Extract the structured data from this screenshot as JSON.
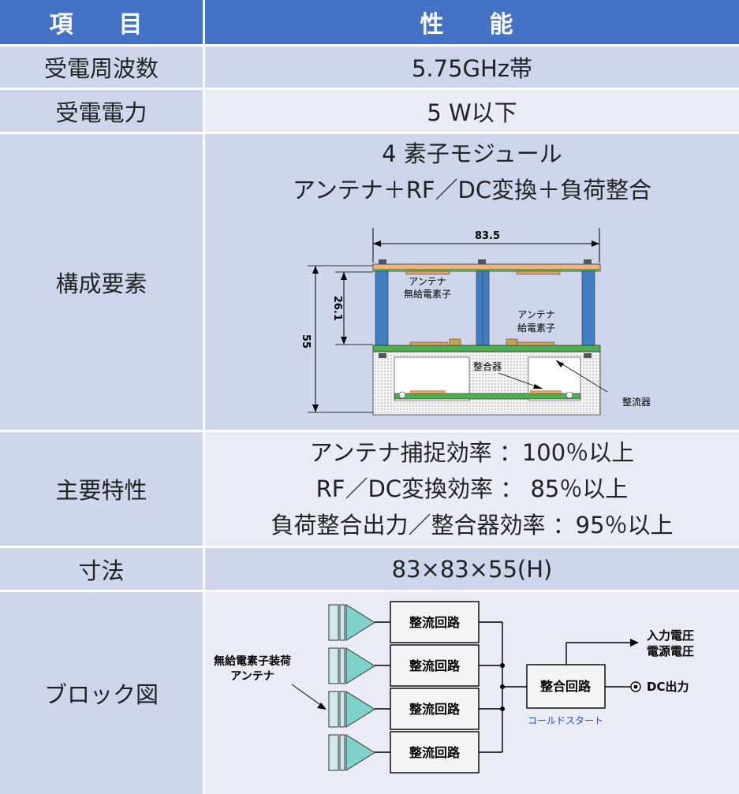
{
  "header": {
    "item": "項　目",
    "performance": "性　能"
  },
  "rows": {
    "freq": {
      "label": "受電周波数",
      "value": "5.75GHz帯"
    },
    "power": {
      "label": "受電電力",
      "value": "5 W以下"
    },
    "composition": {
      "label": "構成要素",
      "lines": [
        "4 素子モジュール",
        "アンテナ＋RF／DC変換＋負荷整合"
      ],
      "diagram": {
        "width_dim": "83.5",
        "height_dim": "55",
        "spacing_dim": "26.1",
        "label_parasitic": [
          "アンテナ",
          "無給電素子"
        ],
        "label_feed": [
          "アンテナ",
          "給電素子"
        ],
        "label_matcher": "整合器",
        "label_rectifier": "整流器"
      }
    },
    "characteristics": {
      "label": "主要特性",
      "lines": [
        "アンテナ捕捉効率 ：100％以上",
        "RF／DC変換効率 ： 85％以上",
        "負荷整合出力／整合器効率 ：95％以上"
      ]
    },
    "size": {
      "label": "寸法",
      "value": "83×83×55(H)"
    },
    "block": {
      "label": "ブロック図",
      "diagram": {
        "rectifier": "整流回路",
        "matcher": "整合回路",
        "antenna_label": [
          "無給電素子装荷",
          "アンテナ"
        ],
        "input_voltage": "入力電圧",
        "supply_voltage": "電源電圧",
        "dc_out": "DC出力",
        "cold_start": "コールドスタート"
      }
    }
  },
  "colors": {
    "header": "#4472c4",
    "row_dark": "#cfd5ea",
    "row_light": "#e9ebf5",
    "cold_start": "#1f4fd6"
  }
}
